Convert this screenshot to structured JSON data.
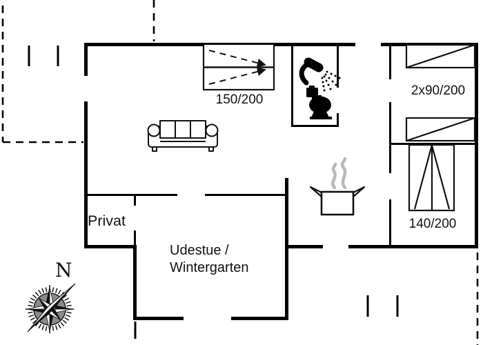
{
  "plan": {
    "rooms": {
      "privat": {
        "label": "Privat"
      },
      "udestue": {
        "label_line1": "Udestue /",
        "label_line2": "Wintergarten"
      }
    },
    "furniture": {
      "double_bed_top": {
        "label": "150/200"
      },
      "twin_beds_right": {
        "label": "2x90/200"
      },
      "double_bed_right": {
        "label": "140/200"
      }
    },
    "compass": {
      "north_label": "N"
    },
    "colors": {
      "wall": "#000000",
      "background": "#ffffff",
      "steam": "#b9b9b9"
    },
    "icons": [
      "shower-icon",
      "toilet-icon",
      "sofa-icon",
      "cooking-pot-icon",
      "steam-icon",
      "compass-rose-icon",
      "double-bed-icon",
      "single-bed-icon"
    ]
  }
}
